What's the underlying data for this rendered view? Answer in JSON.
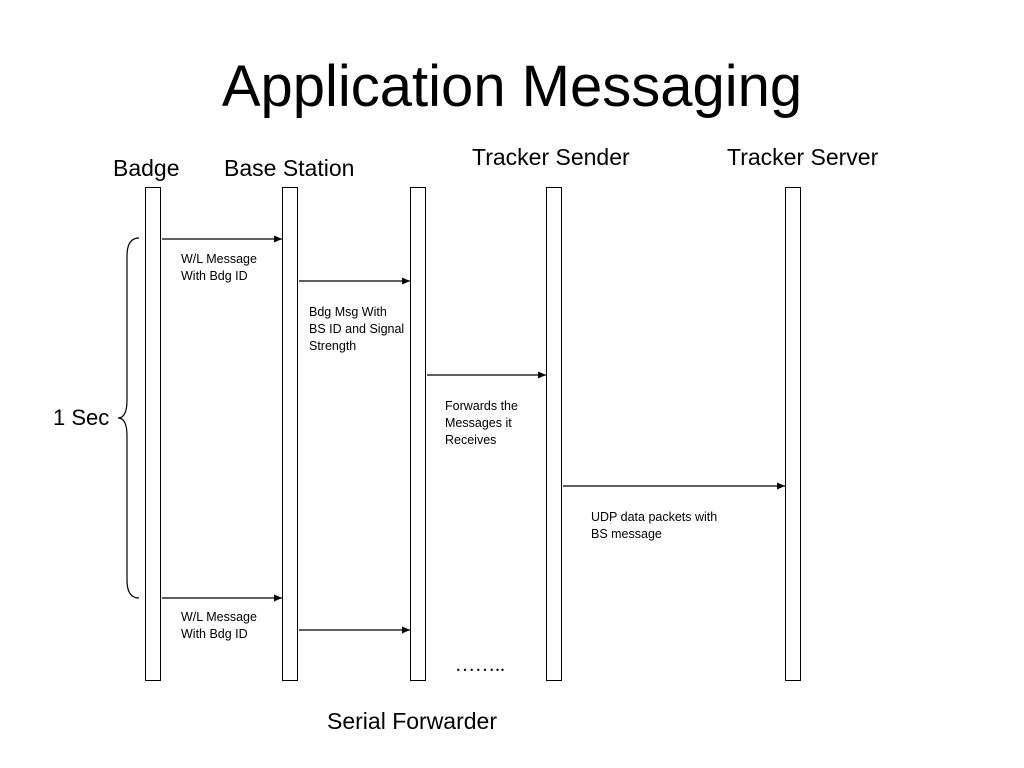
{
  "title": "Application Messaging",
  "actors": {
    "badge": "Badge",
    "base_station": "Base Station",
    "tracker_sender": "Tracker Sender",
    "tracker_server": "Tracker Server",
    "serial_forwarder": "Serial Forwarder"
  },
  "messages": [
    {
      "label": "W/L Message\nWith Bdg ID",
      "from": "Badge",
      "to": "Base Station"
    },
    {
      "label": "Bdg Msg With\nBS ID and Signal\nStrength",
      "from": "Base Station",
      "to": "Serial Forwarder"
    },
    {
      "label": "Forwards the\nMessages it\nReceives",
      "from": "Serial Forwarder",
      "to": "Tracker Sender"
    },
    {
      "label": "UDP data packets with\nBS message",
      "from": "Tracker Sender",
      "to": "Tracker Server"
    },
    {
      "label": "W/L Message\nWith Bdg ID",
      "from": "Badge",
      "to": "Base Station"
    },
    {
      "label": "",
      "from": "Base Station",
      "to": "Serial Forwarder"
    }
  ],
  "interval_label": "1 Sec",
  "continuation": "……..",
  "colors": {
    "line": "#000000",
    "background": "#ffffff"
  }
}
